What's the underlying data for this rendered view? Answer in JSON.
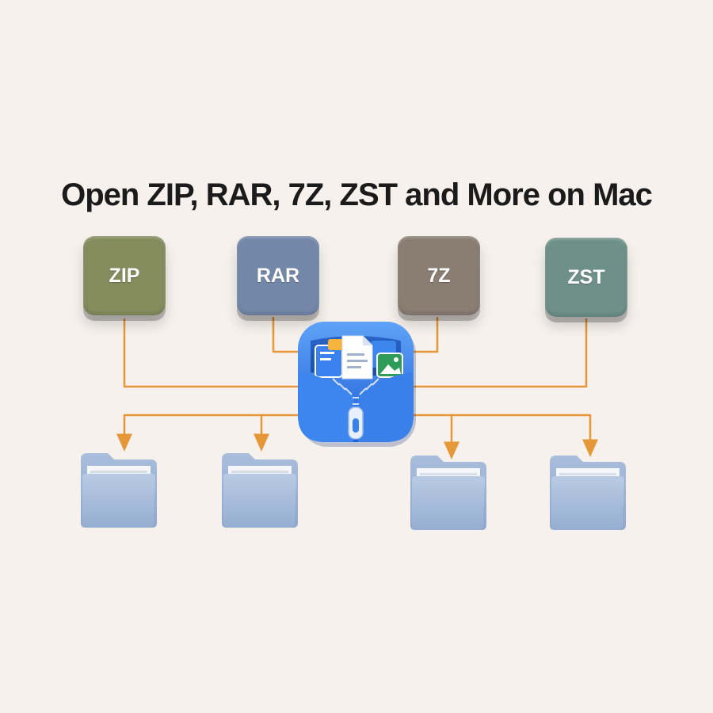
{
  "title": "Open ZIP, RAR, 7Z, ZST and More on Mac",
  "formats": [
    {
      "label": "ZIP",
      "color": "#848c5e"
    },
    {
      "label": "RAR",
      "color": "#7387a8"
    },
    {
      "label": "7Z",
      "color": "#8a7d72"
    },
    {
      "label": "ZST",
      "color": "#6e9088"
    }
  ],
  "app_icon": {
    "icon": "zipper-archive-icon",
    "color": "#2f74e6"
  },
  "connector_color": "#e69838",
  "output_folders": [
    {
      "icon": "folder-icon"
    },
    {
      "icon": "folder-icon"
    },
    {
      "icon": "folder-icon"
    },
    {
      "icon": "folder-icon"
    }
  ]
}
